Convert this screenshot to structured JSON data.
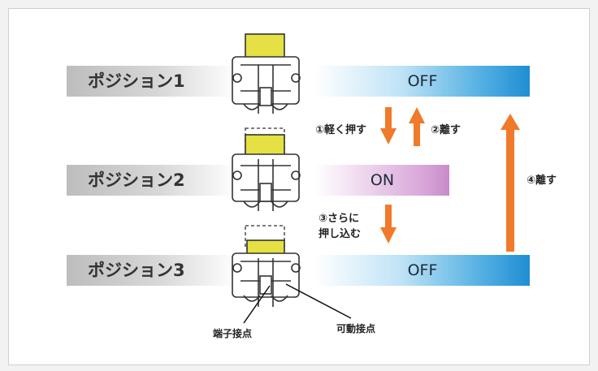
{
  "positions": [
    {
      "label": "ポジション1",
      "state": "OFF"
    },
    {
      "label": "ポジション2",
      "state": "ON"
    },
    {
      "label": "ポジション3",
      "state": "OFF"
    }
  ],
  "steps": {
    "step1": "①軽く押す",
    "step2": "②離す",
    "step3_line1": "③さらに",
    "step3_line2": "押し込む",
    "step4": "④離す"
  },
  "callouts": {
    "terminal_contact": "端子接点",
    "movable_contact": "可動接点"
  },
  "colors": {
    "arrow": "#f07a2a",
    "off_bar": "#1f8ed4",
    "on_bar": "#c88cc9",
    "plunger": "#e5e043"
  }
}
